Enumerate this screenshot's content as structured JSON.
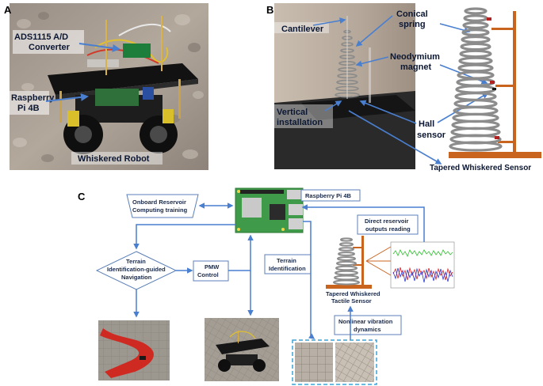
{
  "panel_a": {
    "letter": "A",
    "labels": {
      "adc": "ADS1115 A/D",
      "adc2": "Converter",
      "rpi": "Raspberry",
      "rpi2": "Pi 4B",
      "robot": "Whiskered Robot"
    }
  },
  "panel_b": {
    "letter": "B",
    "labels": {
      "cantilever": "Cantilever",
      "conical": "Conical",
      "conical2": "spring",
      "magnet": "Neodymium",
      "magnet2": "magnet",
      "vertical": "Vertical",
      "vertical2": "installation",
      "hall": "Hall",
      "hall2": "sensor",
      "tapered": "Tapered Whiskered Sensor"
    }
  },
  "panel_c": {
    "letter": "C",
    "raspberry_label": "Raspberry Pi 4B",
    "onboard": "Onboard Reservoir",
    "onboard2": "Computing training",
    "terrain_nav": "Terrain",
    "terrain_nav2": "Identification-guided",
    "terrain_nav3": "Navigation",
    "pmw": "PMW",
    "pmw2": "Control",
    "terrain_id": "Terrain",
    "terrain_id2": "Identification",
    "direct": "Direct reservoir",
    "direct2": "outputs reading",
    "sensor_label": "Tapered Whiskered",
    "sensor_label2": "Tactile Sensor",
    "nonlinear": "Nonlinear vibration",
    "nonlinear2": "dynamics"
  },
  "colors": {
    "arrow": "#4a7fd0",
    "box_border": "#5b7fb8",
    "orange": "#c8641e"
  }
}
